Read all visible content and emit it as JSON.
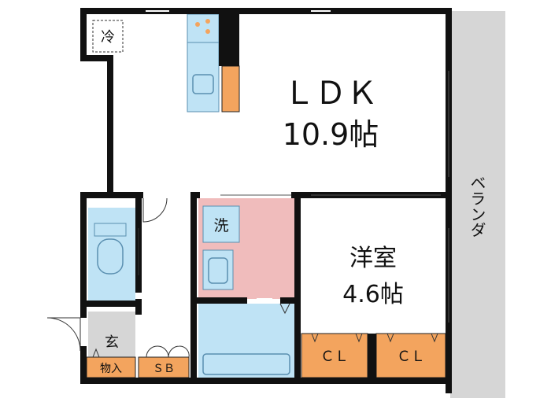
{
  "rooms": {
    "ldk": {
      "name": "ＬＤＫ",
      "size": "10.9帖"
    },
    "western": {
      "name": "洋室",
      "size": "4.6帖"
    },
    "veranda": "ベランダ",
    "entrance": "玄",
    "washer": "洗",
    "fridge": "冷",
    "storage": "物入",
    "shoe_box": "ＳＢ",
    "closet_1": "ＣＬ",
    "closet_2": "ＣＬ"
  },
  "colors": {
    "wall": "#111111",
    "blue_fixture": "#bfe3f5",
    "fixture_outline": "#5a8fb0",
    "wash_room": "#f0bcbc",
    "closet": "#f3a45e",
    "veranda": "#d6d6d6",
    "entrance": "#d6d6d6"
  }
}
